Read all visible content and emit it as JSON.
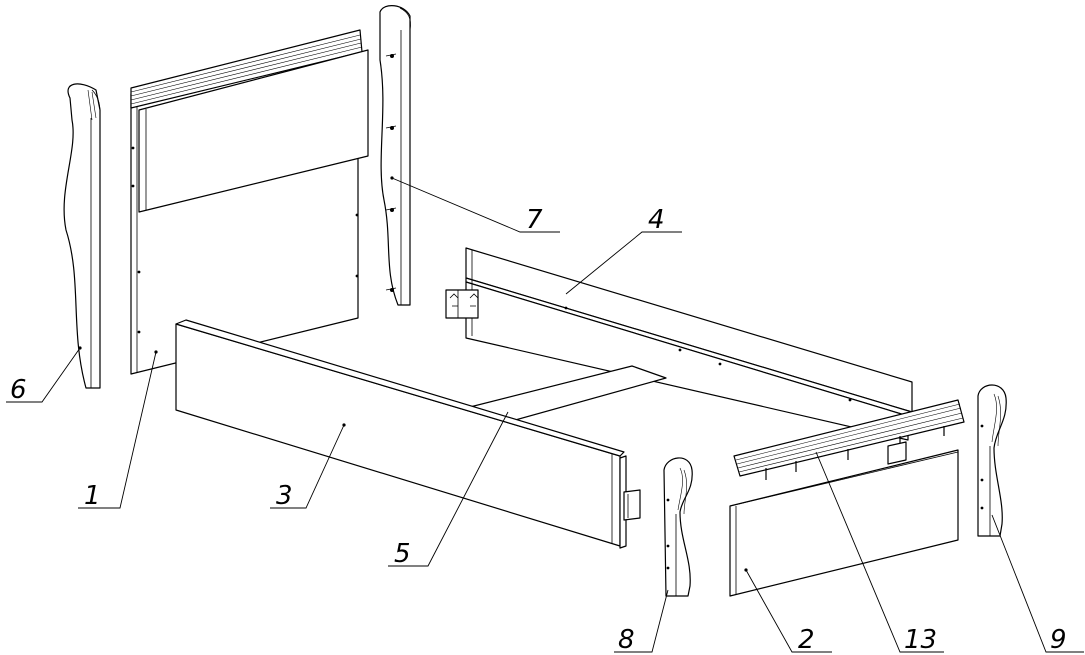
{
  "callouts": [
    {
      "id": "1",
      "label": "1"
    },
    {
      "id": "2",
      "label": "2"
    },
    {
      "id": "3",
      "label": "3"
    },
    {
      "id": "4",
      "label": "4"
    },
    {
      "id": "5",
      "label": "5"
    },
    {
      "id": "6",
      "label": "6"
    },
    {
      "id": "7",
      "label": "7"
    },
    {
      "id": "8",
      "label": "8"
    },
    {
      "id": "9",
      "label": "9"
    },
    {
      "id": "13",
      "label": "13"
    }
  ]
}
